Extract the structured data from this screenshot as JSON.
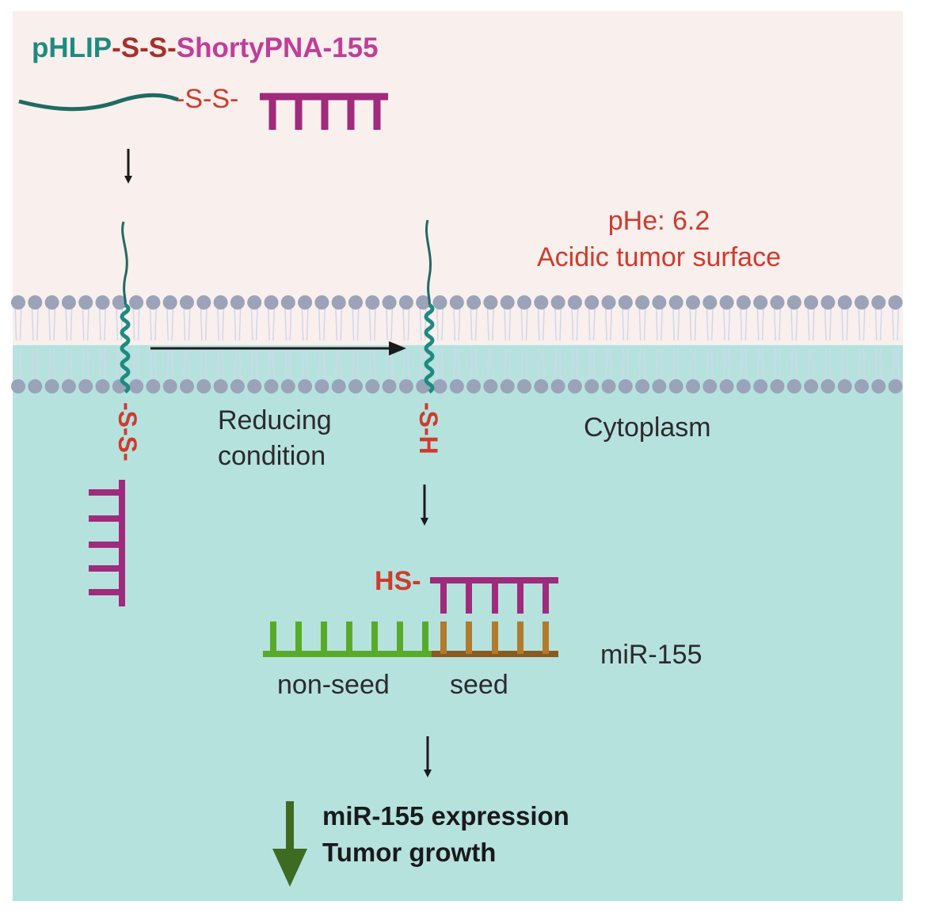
{
  "title": {
    "part1": "pHLIP",
    "part2": "-S-S-",
    "part3": "ShortyPNA-155"
  },
  "linker_top": "-S-S-",
  "ph_label": "pHe: 6.2",
  "surface_label": "Acidic tumor surface",
  "cytoplasm_label": "Cytoplasm",
  "reducing_line1": "Reducing",
  "reducing_line2": "condition",
  "ss_vertical": "-S-S-",
  "sh_vertical": "-S-H",
  "hs_label": "HS-",
  "mir_label": "miR-155",
  "nonseed_label": "non-seed",
  "seed_label": "seed",
  "outcome_line1": "miR-155 expression",
  "outcome_line2": "Tumor growth",
  "colors": {
    "extracellular": "#f9efed",
    "cytoplasm": "#b6e2de",
    "phlip": "#1e8a80",
    "disulfide": "#cf3b2d",
    "pna": "#a02a7c",
    "nonseed": "#58ab28",
    "seed": "#b27a2a",
    "down_arrow": "#3d6b22"
  }
}
